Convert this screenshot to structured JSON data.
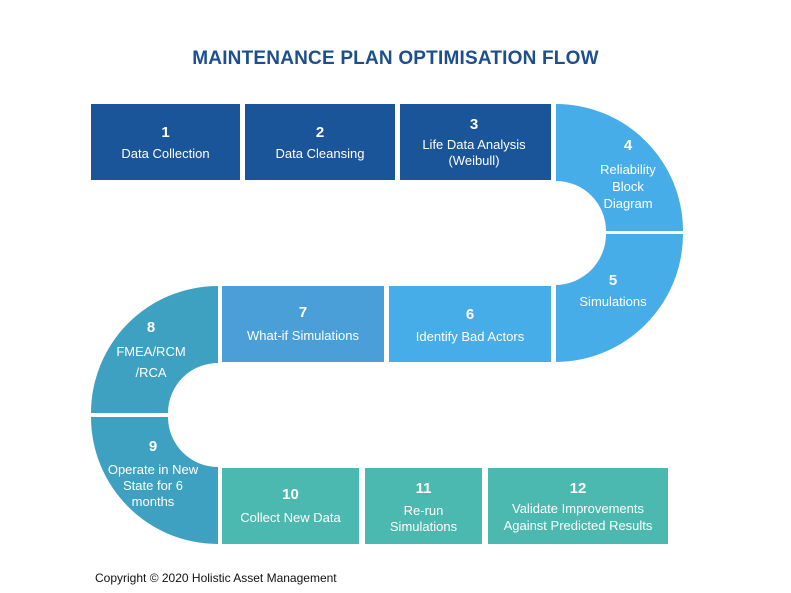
{
  "title": "MAINTENANCE PLAN OPTIMISATION FLOW",
  "steps": [
    {
      "num": "1",
      "lines": [
        "Data Collection"
      ]
    },
    {
      "num": "2",
      "lines": [
        "Data Cleansing"
      ]
    },
    {
      "num": "3",
      "lines": [
        "Life Data Analysis",
        "(Weibull)"
      ]
    },
    {
      "num": "4",
      "lines": [
        "Reliability",
        "Block",
        "Diagram"
      ]
    },
    {
      "num": "5",
      "lines": [
        "Simulations"
      ]
    },
    {
      "num": "6",
      "lines": [
        "Identify Bad Actors"
      ]
    },
    {
      "num": "7",
      "lines": [
        "What-if Simulations"
      ]
    },
    {
      "num": "8",
      "lines": [
        "FMEA/RCM",
        "/RCA"
      ]
    },
    {
      "num": "9",
      "lines": [
        "Operate in New",
        "State for 6",
        "months"
      ]
    },
    {
      "num": "10",
      "lines": [
        "Collect New Data"
      ]
    },
    {
      "num": "11",
      "lines": [
        "Re-run",
        "Simulations"
      ]
    },
    {
      "num": "12",
      "lines": [
        "Validate Improvements",
        "Against Predicted Results"
      ]
    }
  ],
  "colors": {
    "title": "#1d4f8f",
    "dark_blue": "#1a5499",
    "light_blue": "#47ade9",
    "mid_blue": "#4a9fd9",
    "teal_blue": "#3ea1c2",
    "teal": "#4bb9b0"
  },
  "copyright": "Copyright © 2020 Holistic Asset Management"
}
